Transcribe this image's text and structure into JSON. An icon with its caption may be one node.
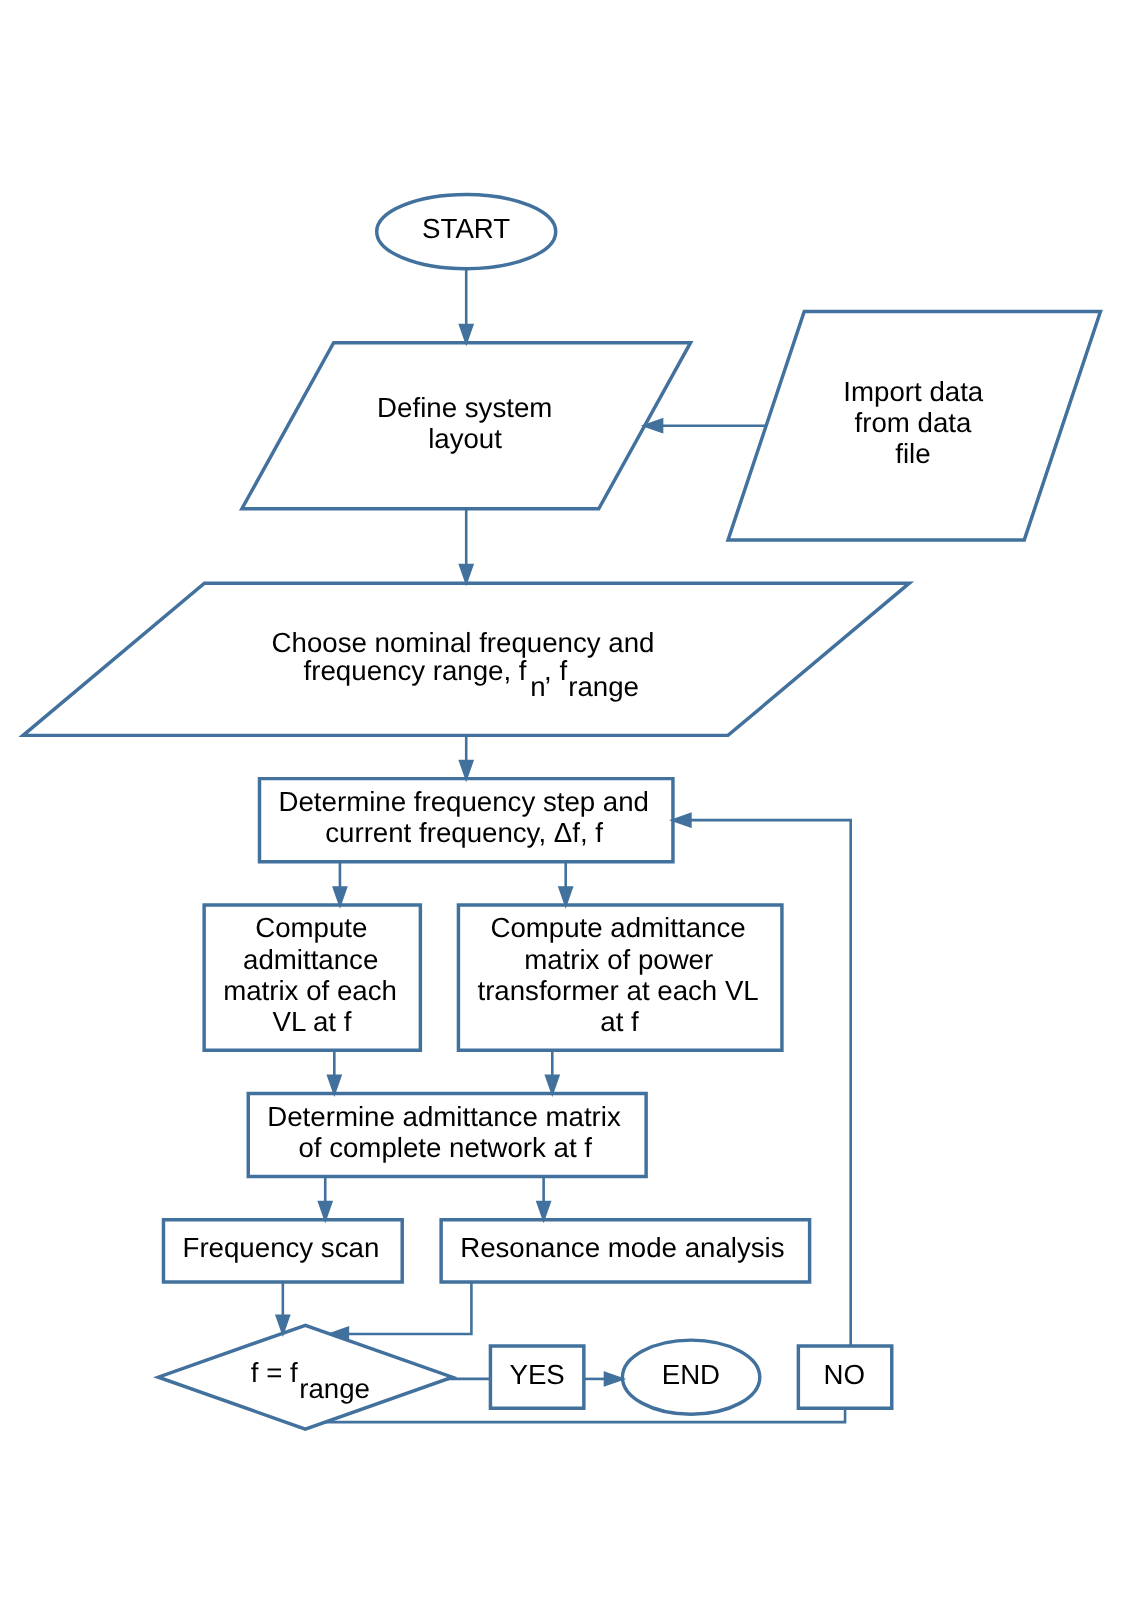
{
  "diagram": {
    "nodes": [
      {
        "text": [
          "START"
        ]
      },
      {
        "text": [
          "Define system layout"
        ]
      },
      {
        "text": [
          "Import data from data file"
        ]
      },
      {
        "text": [
          "Choose nominal frequency and frequency range, f$_{n}$, f$_{range}$"
        ]
      },
      {
        "text": [
          "Determine frequency step and current frequency, Δf, f"
        ]
      },
      {
        "text": [
          "Compute admittance matrix of each VL at f"
        ]
      },
      {
        "text": [
          "Compute admittance matrix of power transformer at each VL at f"
        ]
      },
      {
        "text": [
          "Determine admittance matrix of complete network at f"
        ]
      },
      {
        "text": [
          "Frequency scan"
        ]
      },
      {
        "text": [
          "Resonance mode analysis"
        ]
      },
      {
        "text": [
          "f = f$_{range}$"
        ]
      },
      {
        "text": [
          "NO"
        ]
      },
      {
        "text": [
          "YES"
        ]
      },
      {
        "text": [
          "END"
        ]
      }
    ],
    "edges": [
      {
        "from": 0,
        "to": 1,
        "arrow": "to"
      },
      {
        "from": 2,
        "to": 1,
        "arrow": "to"
      },
      {
        "from": 1,
        "to": 3,
        "arrow": "to"
      },
      {
        "from": 3,
        "to": 4,
        "arrow": "to"
      },
      {
        "from": 4,
        "to": 5,
        "arrow": "to"
      },
      {
        "from": 4,
        "to": 6,
        "arrow": "to"
      },
      {
        "from": 5,
        "to": 7,
        "arrow": "to"
      },
      {
        "from": 6,
        "to": 7,
        "arrow": "to"
      },
      {
        "from": 7,
        "to": 8,
        "arrow": "to"
      },
      {
        "from": 7,
        "to": 9,
        "arrow": "to"
      },
      {
        "from": 8,
        "to": 10,
        "arrow": "to"
      },
      {
        "from": 9,
        "to": 10,
        "arrow": "to"
      },
      {
        "from": 10,
        "to": 11,
        "arrow": "none"
      },
      {
        "from": 11,
        "to": 4,
        "arrow": "to"
      },
      {
        "from": 10,
        "to": 12,
        "arrow": "none"
      },
      {
        "from": 12,
        "to": 13,
        "arrow": "to"
      }
    ]
  }
}
